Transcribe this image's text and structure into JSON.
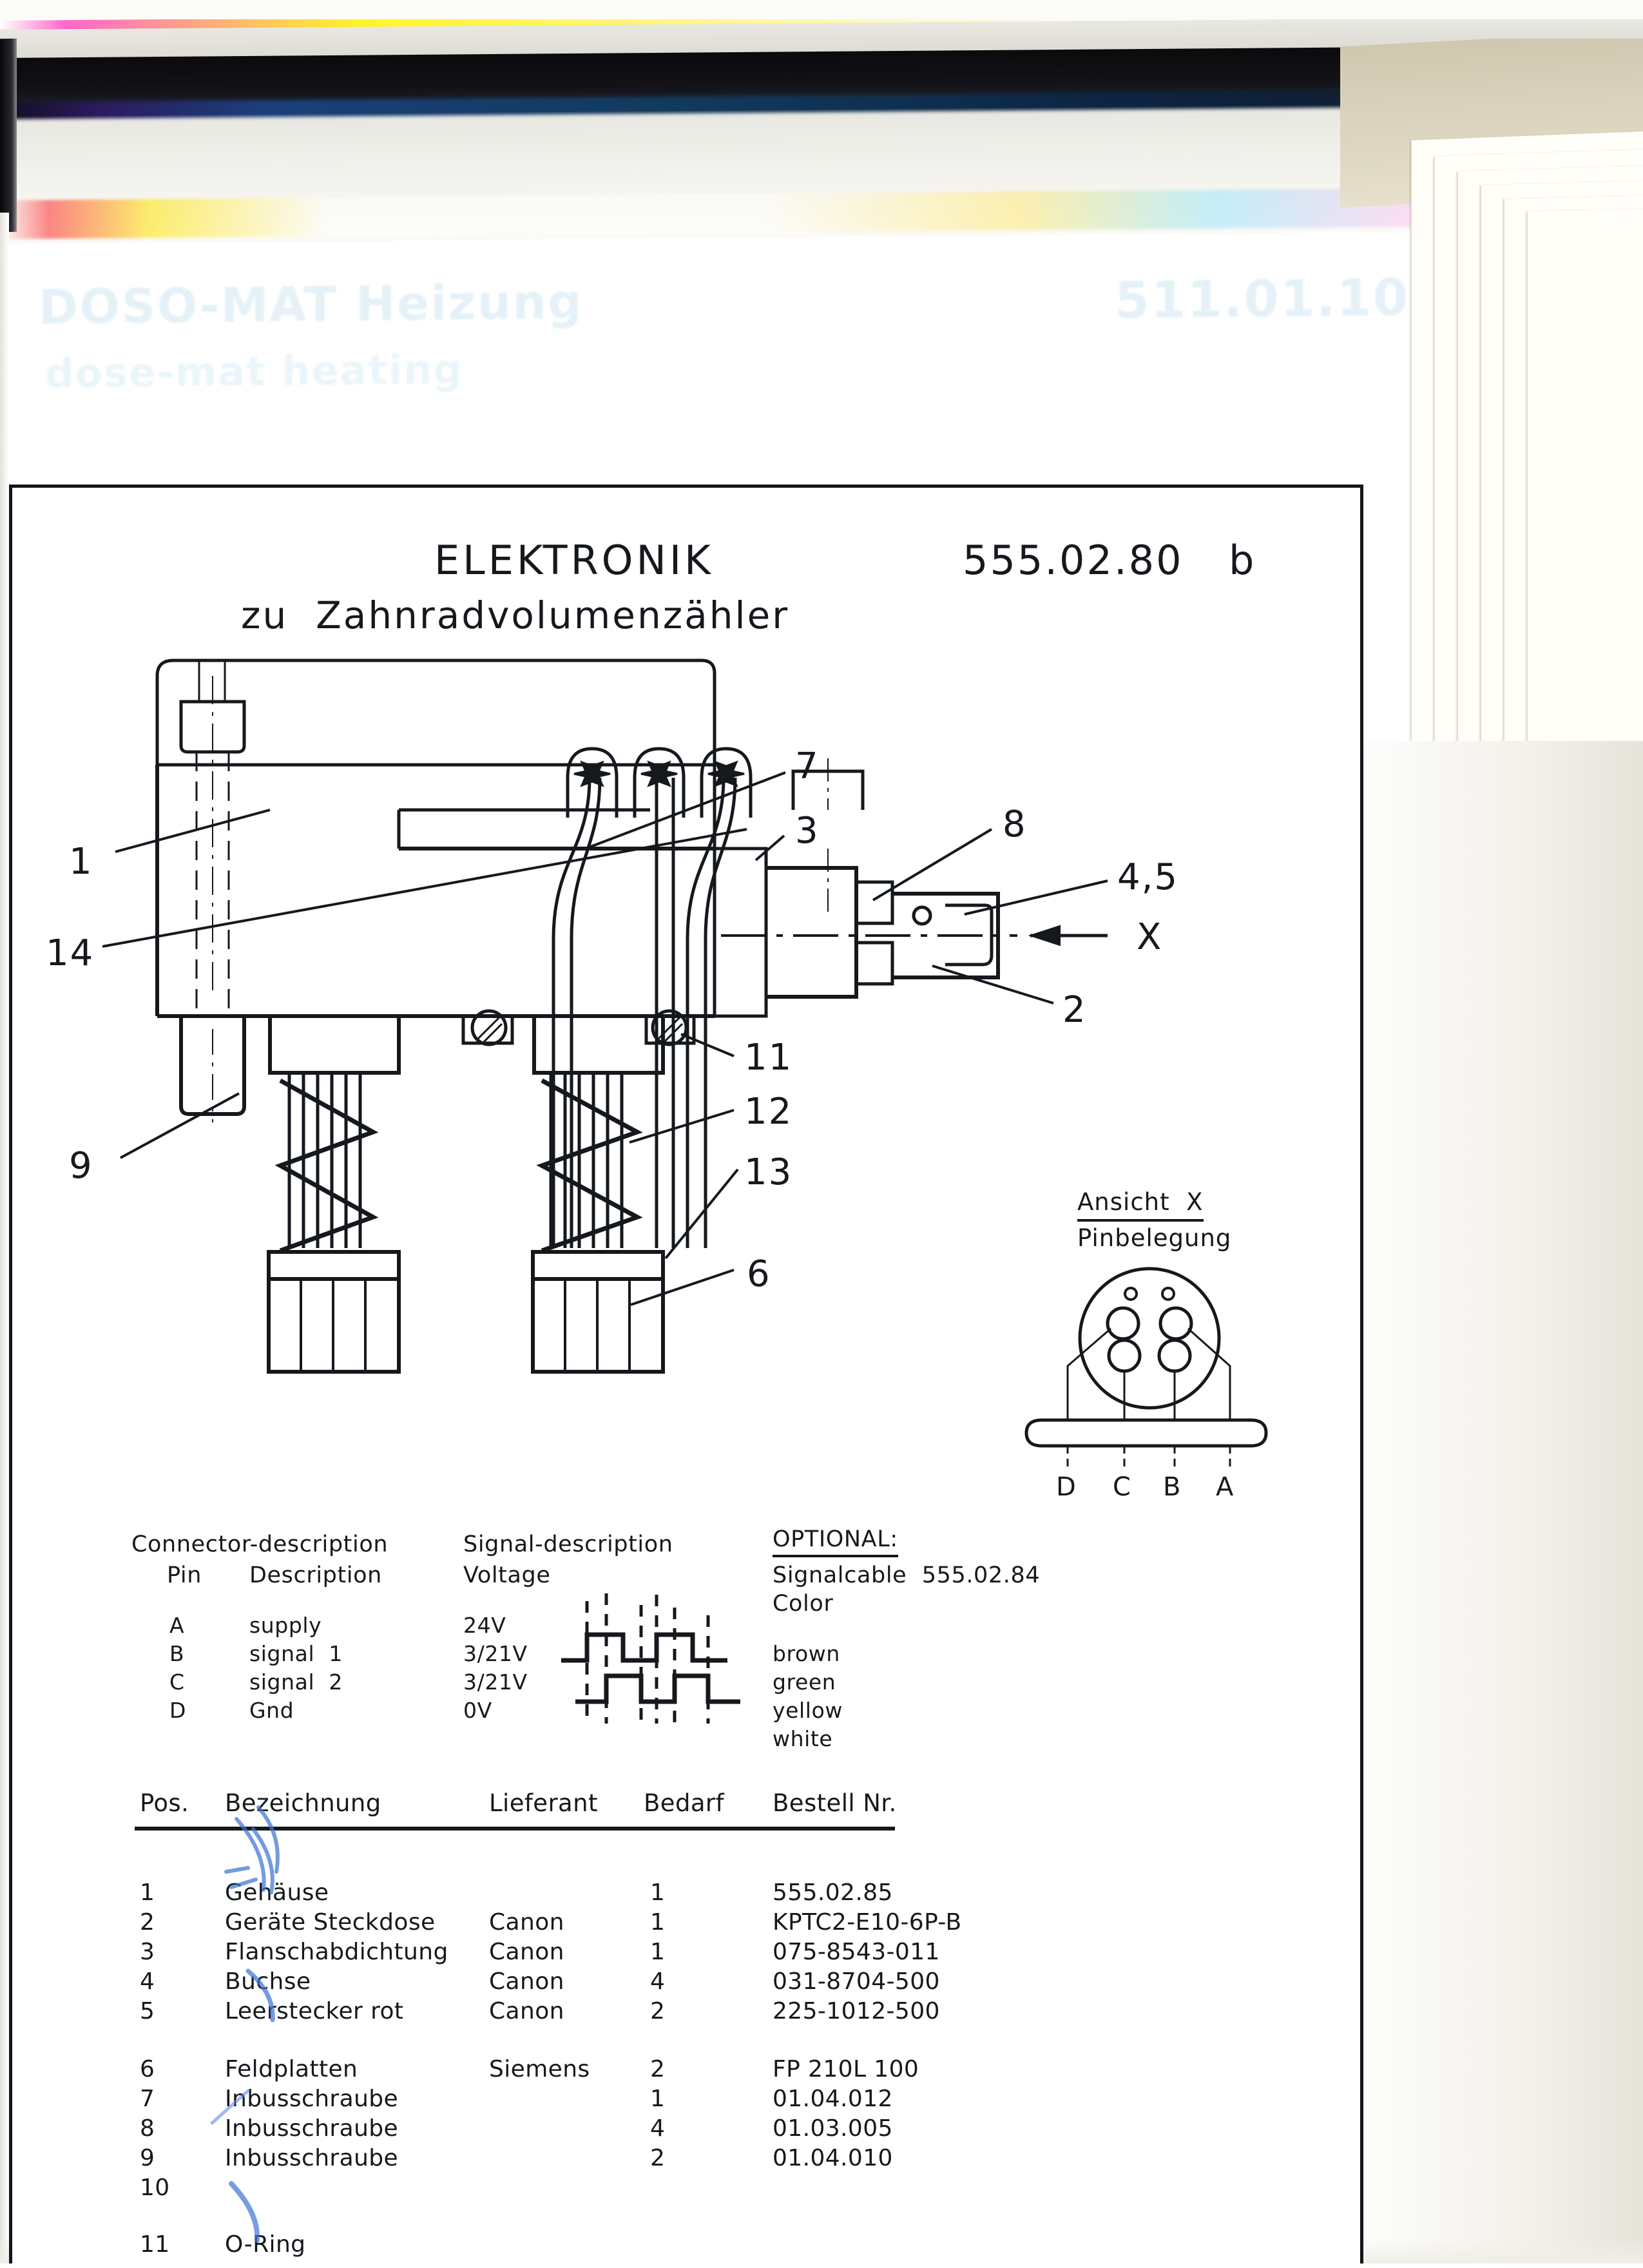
{
  "photo": {
    "ghost_text": {
      "line1": "DOSO-MAT Heizung",
      "line2": "511.01.10",
      "line3": "dose-mat  heating"
    }
  },
  "drawing": {
    "title": "ELEKTRONIK",
    "drawing_number": "555.02.80",
    "revision": "b",
    "subtitle": "zu  Zahnradvolumenzähler",
    "callouts": [
      "1",
      "14",
      "9",
      "7",
      "3",
      "8",
      "4,5",
      "2",
      "11",
      "12",
      "13",
      "6"
    ],
    "view_arrow_label": "X"
  },
  "pin_view": {
    "heading": "Ansicht  X",
    "subheading": "Pinbelegung",
    "pin_labels": [
      "D",
      "C",
      "B",
      "A"
    ]
  },
  "connector_legend": {
    "heading": "Connector-description",
    "col_pin": "Pin",
    "col_description": "Description",
    "rows": [
      {
        "pin": "A",
        "description": "supply"
      },
      {
        "pin": "B",
        "description": "signal  1"
      },
      {
        "pin": "C",
        "description": "signal  2"
      },
      {
        "pin": "D",
        "description": "Gnd"
      }
    ]
  },
  "signal_legend": {
    "heading": "Signal-description",
    "col_voltage": "Voltage",
    "voltages": [
      "24V",
      "3/21V",
      "3/21V",
      "0V"
    ]
  },
  "optional_legend": {
    "heading": "OPTIONAL:",
    "cable": "Signalcable  555.02.84",
    "col_color": "Color",
    "colors": [
      "brown",
      "green",
      "yellow",
      "white"
    ]
  },
  "parts_table": {
    "headers": [
      "Pos.",
      "Bezeichnung",
      "Lieferant",
      "Bedarf",
      "Bestell Nr."
    ],
    "rows": [
      {
        "pos": "1",
        "name": "Gehäuse",
        "supplier": "",
        "qty": "1",
        "order_no": "555.02.85"
      },
      {
        "pos": "2",
        "name": "Geräte Steckdose",
        "supplier": "Canon",
        "qty": "1",
        "order_no": "KPTC2-E10-6P-B"
      },
      {
        "pos": "3",
        "name": "Flanschabdichtung",
        "supplier": "Canon",
        "qty": "1",
        "order_no": "075-8543-011"
      },
      {
        "pos": "4",
        "name": "Buchse",
        "supplier": "Canon",
        "qty": "4",
        "order_no": "031-8704-500"
      },
      {
        "pos": "5",
        "name": "Leerstecker rot",
        "supplier": "Canon",
        "qty": "2",
        "order_no": "225-1012-500"
      },
      {
        "pos": "6",
        "name": "Feldplatten",
        "supplier": "Siemens",
        "qty": "2",
        "order_no": "FP 210L 100"
      },
      {
        "pos": "7",
        "name": "Inbusschraube",
        "supplier": "",
        "qty": "1",
        "order_no": "01.04.012"
      },
      {
        "pos": "8",
        "name": "Inbusschraube",
        "supplier": "",
        "qty": "4",
        "order_no": "01.03.005"
      },
      {
        "pos": "9",
        "name": "Inbusschraube",
        "supplier": "",
        "qty": "2",
        "order_no": "01.04.010"
      },
      {
        "pos": "10",
        "name": "",
        "supplier": "",
        "qty": "",
        "order_no": ""
      },
      {
        "pos": "11",
        "name": "O-Ring",
        "supplier": "",
        "qty": "",
        "order_no": ""
      }
    ]
  }
}
